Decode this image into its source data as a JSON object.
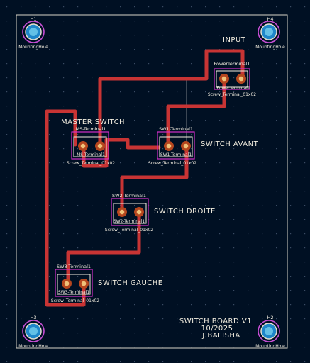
{
  "colors": {
    "background": "#001023",
    "edge_cuts": "#d9d4c7",
    "copper_track": "#c83434",
    "pad": "#b5461e",
    "silkscreen": "#f2eddf",
    "mounting_hole": "#c94fd6",
    "courtyard": "#d12fc8"
  },
  "board": {
    "title_line1": "SWITCH BOARD V1",
    "title_line2": "10/2025",
    "title_line3": "J.BALISHA"
  },
  "labels": {
    "input": "INPUT",
    "master_switch": "MASTER SWITCH",
    "switch_avant": "SWITCH AVANT",
    "switch_droite": "SWITCH DROITE",
    "switch_gauche": "SWITCH GAUCHE"
  },
  "holes": [
    {
      "ref": "H1",
      "value": "MountingHole",
      "icon": "mounting-hole-icon"
    },
    {
      "ref": "H4",
      "value": "MountingHole",
      "icon": "mounting-hole-icon"
    },
    {
      "ref": "H3",
      "value": "MountingHole",
      "icon": "mounting-hole-icon"
    },
    {
      "ref": "H2",
      "value": "MountingHole",
      "icon": "mounting-hole-icon"
    }
  ],
  "connectors": [
    {
      "ref": "PowerTerminal1",
      "fab_ref": "PowerTerminal1",
      "value": "Screw_Terminal_01x02"
    },
    {
      "ref": "MS-Terminal1",
      "fab_ref": "MS-Terminal1",
      "value": "Screw_Terminal_01x02"
    },
    {
      "ref": "SW1-Terminal1",
      "fab_ref": "SW1-Terminal1",
      "value": "Screw_Terminal_01x02"
    },
    {
      "ref": "SW2-Terminal1",
      "fab_ref": "SW2-Terminal1",
      "value": "Screw_Terminal_01x02"
    },
    {
      "ref": "SW3-Terminal1",
      "fab_ref": "SW3-Terminal1",
      "value": "Screw_Terminal_01x02"
    }
  ]
}
